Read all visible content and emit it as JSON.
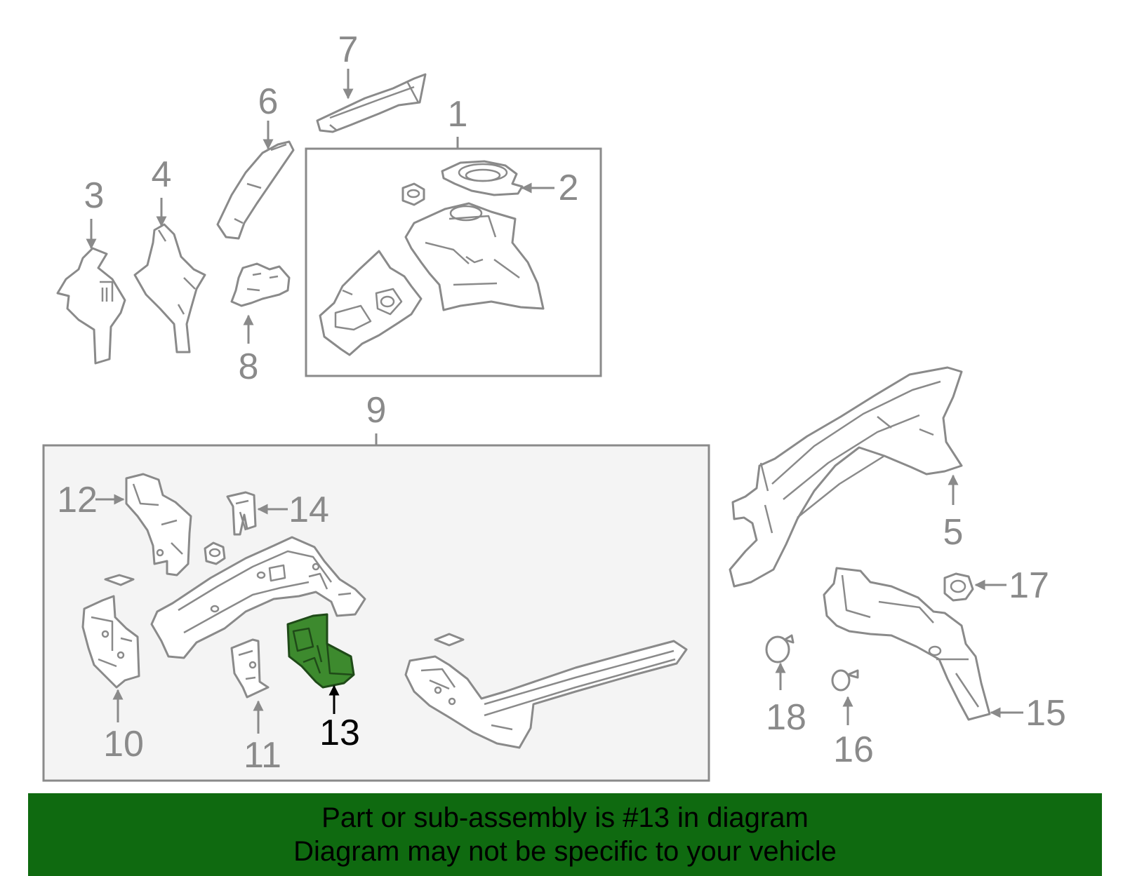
{
  "labels": {
    "l1": "1",
    "l2": "2",
    "l3": "3",
    "l4": "4",
    "l5": "5",
    "l6": "6",
    "l7": "7",
    "l8": "8",
    "l9": "9",
    "l10": "10",
    "l11": "11",
    "l12": "12",
    "l13": "13",
    "l14": "14",
    "l15": "15",
    "l16": "16",
    "l17": "17",
    "l18": "18"
  },
  "banner": {
    "line1": "Part or sub-assembly is #13 in diagram",
    "line2": "Diagram may not be specific to your vehicle"
  },
  "colors": {
    "highlight": "#3d8a2e",
    "banner_bg": "#0f6a10",
    "line": "#8a8a8a"
  },
  "highlighted_part": "13"
}
